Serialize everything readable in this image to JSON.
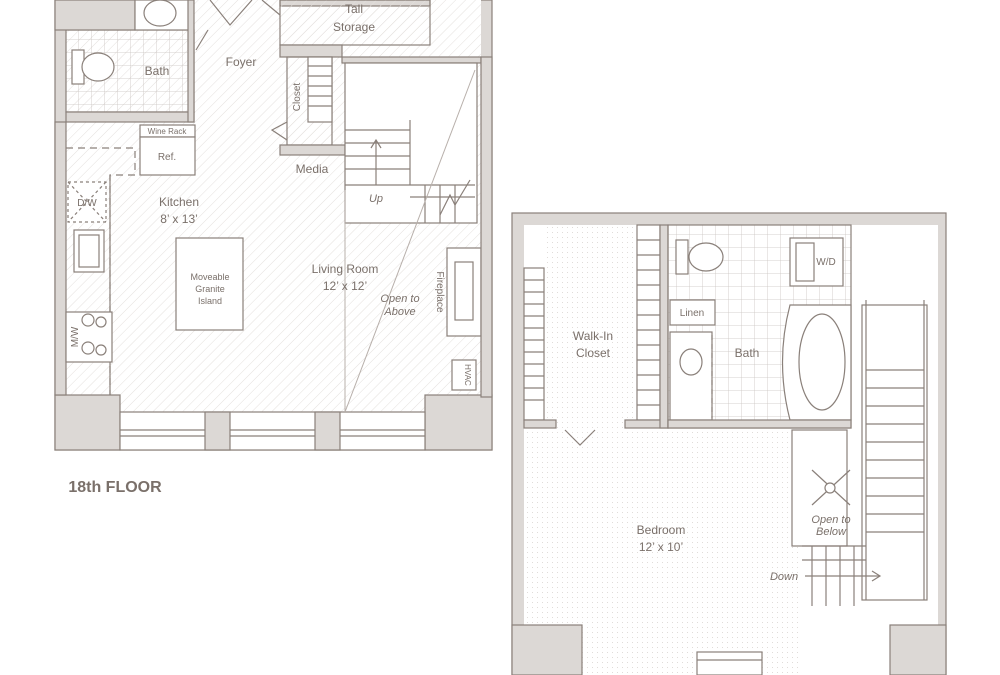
{
  "floor_label": "18th FLOOR",
  "rooms": {
    "tall_storage": [
      "Tall",
      "Storage"
    ],
    "bath_lower": "Bath",
    "foyer": "Foyer",
    "closet": "Closet",
    "media": "Media",
    "wine_rack": "Wine Rack",
    "ref": "Ref.",
    "dw": "D/W",
    "mw": "M/W",
    "kitchen": "Kitchen",
    "kitchen_size": "8’ x 13’",
    "island": [
      "Moveable",
      "Granite",
      "Island"
    ],
    "living_room": "Living Room",
    "living_size": "12’ x 12’",
    "open_above": [
      "Open to",
      "Above"
    ],
    "fireplace": "Fireplace",
    "hvac": "HVAC",
    "up": "Up",
    "walk_in_closet": [
      "Walk-In",
      "Closet"
    ],
    "linen": "Linen",
    "bath_upper": "Bath",
    "wd": "W/D",
    "bedroom": "Bedroom",
    "bedroom_size": "12’ x 10’",
    "open_below": [
      "Open to",
      "Below"
    ],
    "down": "Down"
  },
  "colors": {
    "line": "#8a807a",
    "wall_fill": "#dcd8d5",
    "text": "#7a706a",
    "background": "#ffffff"
  }
}
